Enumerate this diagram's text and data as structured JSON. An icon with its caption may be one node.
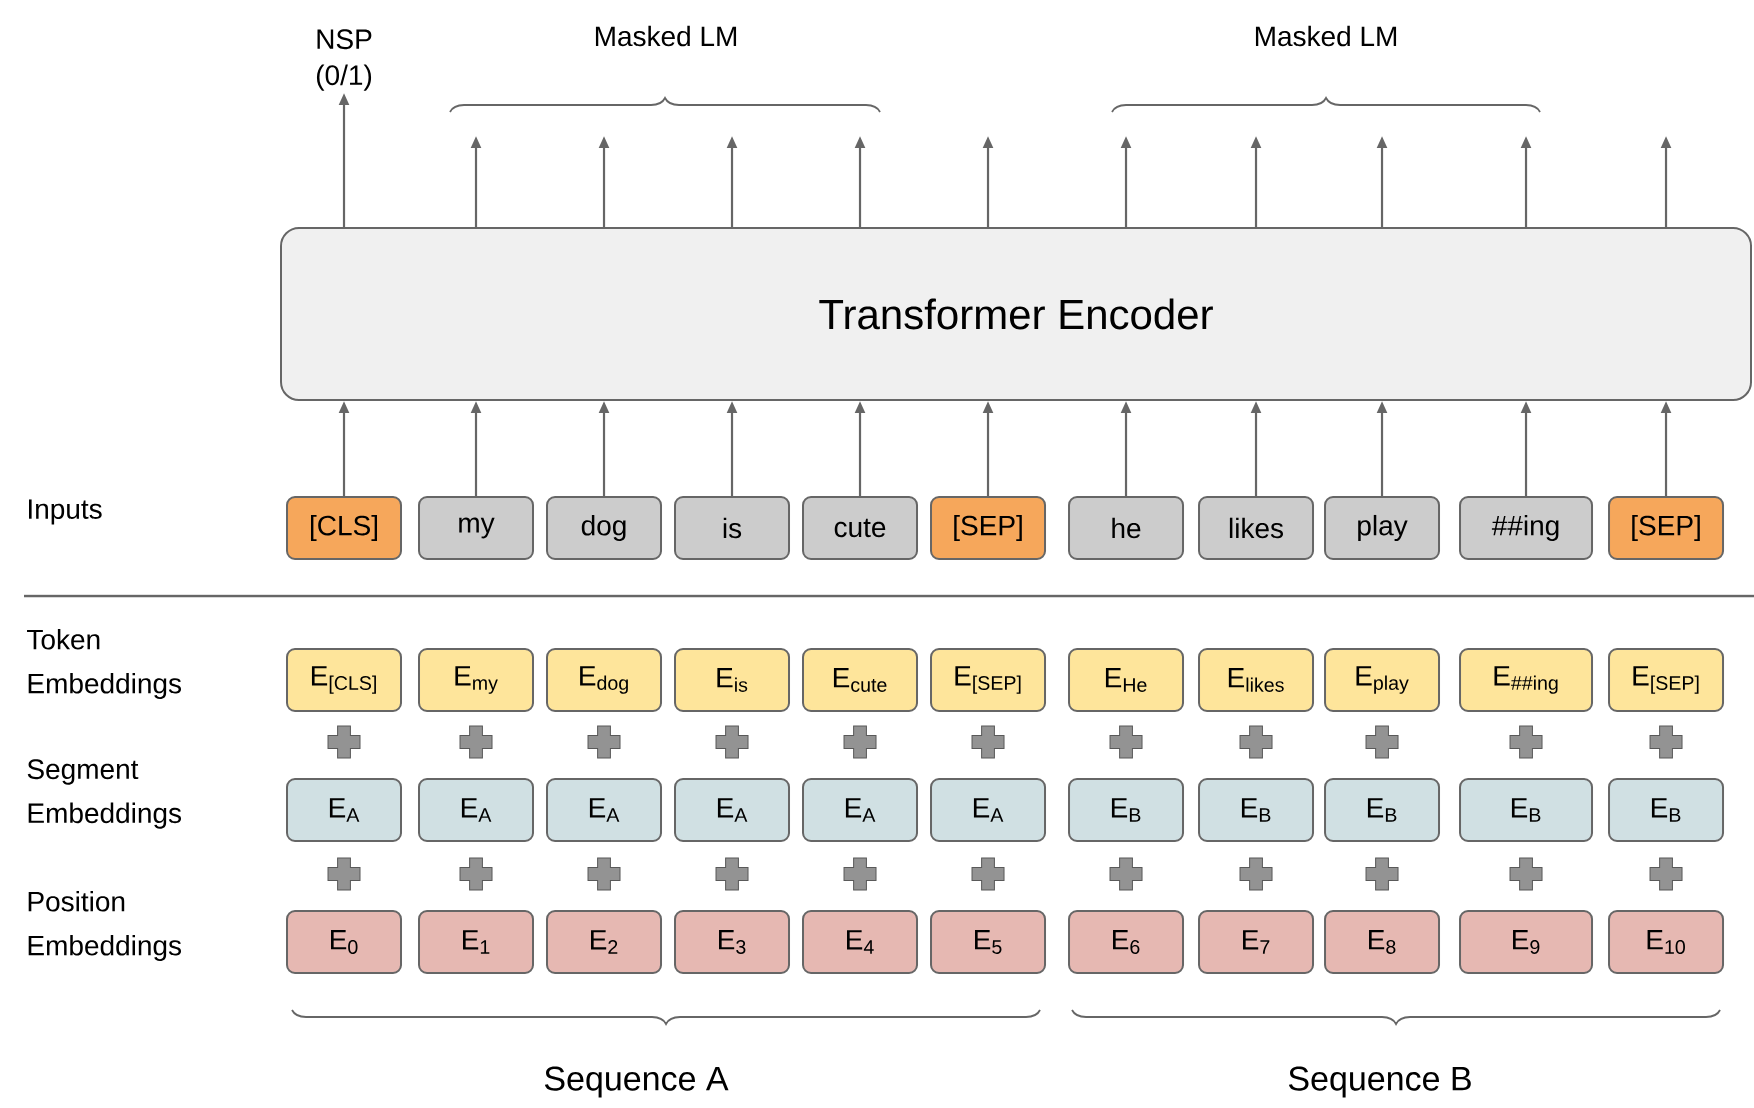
{
  "diagram": {
    "nodes": [
      {
        "text": [
          "Transformer Encoder"
        ]
      },
      {
        "text": [
          "[CLS]"
        ]
      },
      {
        "text": [
          "my"
        ]
      },
      {
        "text": [
          "dog"
        ]
      },
      {
        "text": [
          "is"
        ]
      },
      {
        "text": [
          "cute"
        ]
      },
      {
        "text": [
          "[SEP]"
        ]
      },
      {
        "text": [
          "he"
        ]
      },
      {
        "text": [
          "likes"
        ]
      },
      {
        "text": [
          "play"
        ]
      },
      {
        "text": [
          "##ing"
        ]
      },
      {
        "text": [
          "[SEP]"
        ]
      },
      {
        "text": [
          "NSP (0/1)"
        ]
      },
      {
        "text": [
          "E$_{[CLS]}$"
        ]
      },
      {
        "text": [
          "E$_{my}$"
        ]
      },
      {
        "text": [
          "E$_{dog}$"
        ]
      },
      {
        "text": [
          "E$_{is}$"
        ]
      },
      {
        "text": [
          "E$_{cute}$"
        ]
      },
      {
        "text": [
          "E$_{[SEP]}$"
        ]
      },
      {
        "text": [
          "E$_{He}$"
        ]
      },
      {
        "text": [
          "E$_{likes}$"
        ]
      },
      {
        "text": [
          "E$_{play}$"
        ]
      },
      {
        "text": [
          "E$_{##ing}$"
        ]
      },
      {
        "text": [
          "E$_{[SEP]}$"
        ]
      },
      {
        "text": [
          "E$_{A}$"
        ]
      },
      {
        "text": [
          "E$_{A}$"
        ]
      },
      {
        "text": [
          "E$_{A}$"
        ]
      },
      {
        "text": [
          "E$_{A}$"
        ]
      },
      {
        "text": [
          "E$_{A}$"
        ]
      },
      {
        "text": [
          "E$_{A}$"
        ]
      },
      {
        "text": [
          "E$_{B}$"
        ]
      },
      {
        "text": [
          "E$_{B}$"
        ]
      },
      {
        "text": [
          "E$_{B}$"
        ]
      },
      {
        "text": [
          "E$_{B}$"
        ]
      },
      {
        "text": [
          "E$_{B}$"
        ]
      },
      {
        "text": [
          "E$_{0}$"
        ]
      },
      {
        "text": [
          "E$_{1}$"
        ]
      },
      {
        "text": [
          "E$_{2}$"
        ]
      },
      {
        "text": [
          "E$_{3}$"
        ]
      },
      {
        "text": [
          "E$_{4}$"
        ]
      },
      {
        "text": [
          "E$_{5}$"
        ]
      },
      {
        "text": [
          "E$_{6}$"
        ]
      },
      {
        "text": [
          "E$_{7}$"
        ]
      },
      {
        "text": [
          "E$_{8}$"
        ]
      },
      {
        "text": [
          "E$_{9}$"
        ]
      },
      {
        "text": [
          "E$_{10}$"
        ]
      }
    ],
    "edges": [
      {
        "from": 1,
        "to": 0,
        "arrow": "to"
      },
      {
        "from": 2,
        "to": 0,
        "arrow": "to"
      },
      {
        "from": 3,
        "to": 0,
        "arrow": "to"
      },
      {
        "from": 4,
        "to": 0,
        "arrow": "to"
      },
      {
        "from": 5,
        "to": 0,
        "arrow": "to"
      },
      {
        "from": 6,
        "to": 0,
        "arrow": "to"
      },
      {
        "from": 7,
        "to": 0,
        "arrow": "to"
      },
      {
        "from": 8,
        "to": 0,
        "arrow": "to"
      },
      {
        "from": 9,
        "to": 0,
        "arrow": "to"
      },
      {
        "from": 10,
        "to": 0,
        "arrow": "to"
      },
      {
        "from": 11,
        "to": 0,
        "arrow": "to"
      },
      {
        "from": 0,
        "to": 12,
        "arrow": "to"
      },
      {
        "from": 0,
        "to": null,
        "arrow": "to"
      },
      {
        "from": 0,
        "to": null,
        "arrow": "to"
      },
      {
        "from": 0,
        "to": null,
        "arrow": "to"
      },
      {
        "from": 0,
        "to": null,
        "arrow": "to"
      },
      {
        "from": 0,
        "to": null,
        "arrow": "to"
      },
      {
        "from": 0,
        "to": null,
        "arrow": "to"
      },
      {
        "from": 0,
        "to": null,
        "arrow": "to"
      },
      {
        "from": 0,
        "to": null,
        "arrow": "to"
      },
      {
        "from": 0,
        "to": null,
        "arrow": "to"
      },
      {
        "from": 0,
        "to": null,
        "arrow": "to"
      }
    ],
    "labels": [
      "Masked LM",
      "Masked LM",
      "Inputs",
      "Token Embeddings",
      "Segment Embeddings",
      "Position Embeddings",
      "Sequence A",
      "Sequence B"
    ]
  }
}
